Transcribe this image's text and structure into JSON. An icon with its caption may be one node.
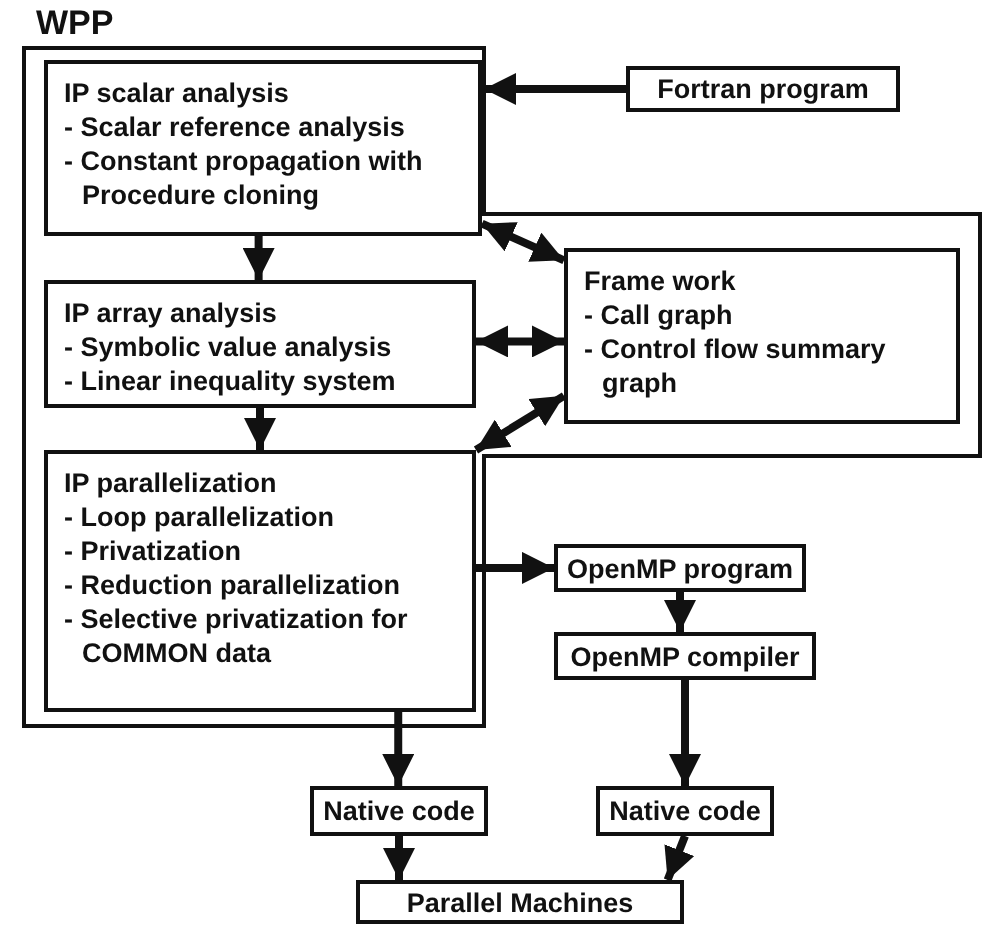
{
  "diagram": {
    "nodes": [
      {
        "text": [
          "WPP"
        ]
      },
      {
        "text": [
          "IP scalar analysis",
          "- Scalar reference analysis",
          "- Constant propagation with Procedure cloning"
        ],
        "in": 0
      },
      {
        "text": [
          "IP array analysis",
          "- Symbolic value analysis",
          "- Linear inequality system"
        ],
        "in": 0
      },
      {
        "text": [
          "Frame work",
          "- Call graph",
          "- Control flow summary graph"
        ],
        "in": 0
      },
      {
        "text": [
          "IP parallelization",
          "- Loop parallelization",
          "- Privatization",
          "- Reduction parallelization",
          "- Selective privatization for COMMON data"
        ],
        "in": 0
      },
      {
        "text": [
          "Fortran program"
        ]
      },
      {
        "text": [
          "OpenMP program"
        ]
      },
      {
        "text": [
          "OpenMP compiler"
        ]
      },
      {
        "text": [
          "Native code"
        ]
      },
      {
        "text": [
          "Native code"
        ]
      },
      {
        "text": [
          "Parallel Machines"
        ]
      }
    ],
    "edges": [
      {
        "from": 5,
        "to": 0,
        "arrow": "to"
      },
      {
        "from": 1,
        "to": 2,
        "arrow": "to"
      },
      {
        "from": 2,
        "to": 4,
        "arrow": "to"
      },
      {
        "from": 1,
        "to": 3,
        "arrow": "both"
      },
      {
        "from": 2,
        "to": 3,
        "arrow": "both"
      },
      {
        "from": 4,
        "to": 3,
        "arrow": "both"
      },
      {
        "from": 4,
        "to": 6,
        "arrow": "to"
      },
      {
        "from": 6,
        "to": 7,
        "arrow": "to"
      },
      {
        "from": 7,
        "to": 9,
        "arrow": "to"
      },
      {
        "from": 4,
        "to": 8,
        "arrow": "to"
      },
      {
        "from": 8,
        "to": 10,
        "arrow": "to"
      },
      {
        "from": 9,
        "to": 10,
        "arrow": "to"
      }
    ]
  }
}
